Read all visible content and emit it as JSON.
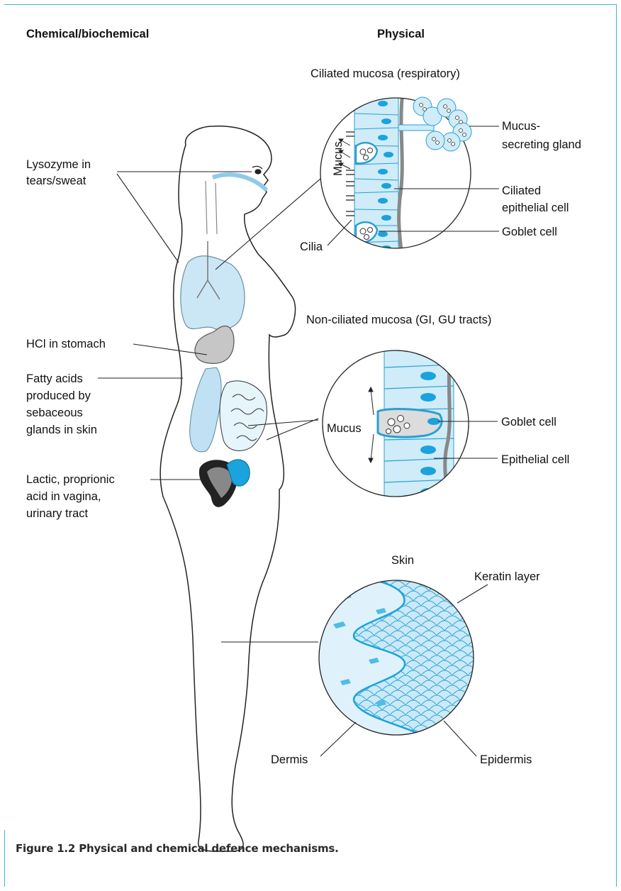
{
  "headings": {
    "left": "Chemical/biochemical",
    "right": "Physical"
  },
  "chemical_labels": {
    "lysozyme": [
      "Lysozyme in",
      "tears/sweat"
    ],
    "hcl": [
      "HCl in stomach"
    ],
    "fatty_acids": [
      "Fatty acids",
      "produced by",
      "sebaceous",
      "glands in skin"
    ],
    "lactic": [
      "Lactic, proprionic",
      "acid in vagina,",
      "urinary tract"
    ]
  },
  "ciliated": {
    "title": "Ciliated mucosa (respiratory)",
    "mucus": "Mucus",
    "cilia": "Cilia",
    "gland": [
      "Mucus-",
      "secreting gland"
    ],
    "epithelial": [
      "Ciliated",
      "epithelial cell"
    ],
    "goblet": "Goblet cell"
  },
  "nonciliated": {
    "title": "Non-ciliated mucosa (GI, GU tracts)",
    "mucus": "Mucus",
    "goblet": "Goblet cell",
    "epithelial": "Epithelial cell"
  },
  "skin": {
    "title": "Skin",
    "keratin": "Keratin layer",
    "dermis": "Dermis",
    "epidermis": "Epidermis"
  },
  "caption": "Figure 1.2  Physical and chemical defence mechanisms.",
  "colors": {
    "frame": "#3fb3d9",
    "cell_fill": "#cfecf8",
    "cell_stroke": "#2a9fd0",
    "nucleus": "#1aa3dd",
    "organ": "#bfe3f4",
    "stomach": "#c9c9c9"
  }
}
